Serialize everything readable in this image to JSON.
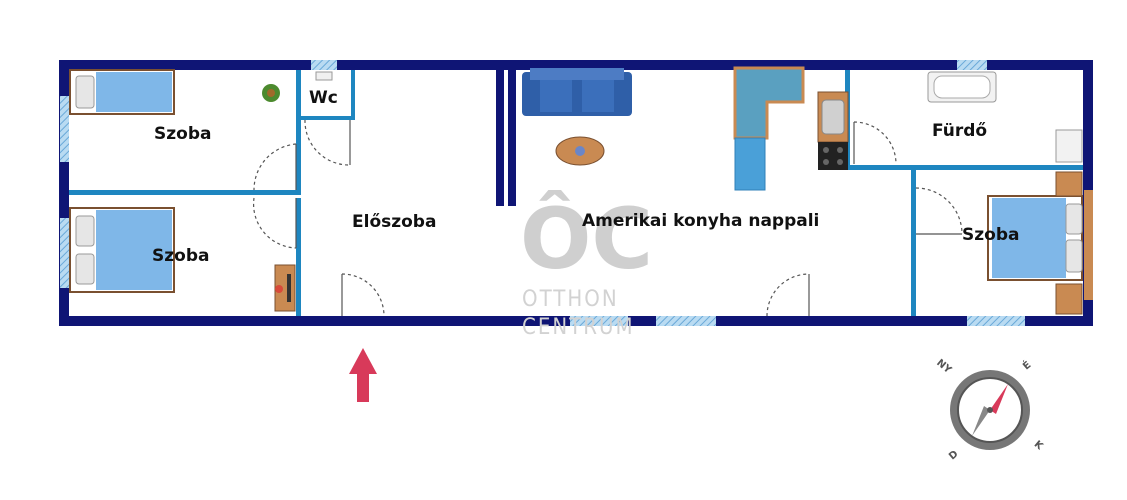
{
  "rooms": {
    "bedroom_top": "Szoba",
    "bedroom_bottom": "Szoba",
    "wc": "Wc",
    "hall": "Előszoba",
    "living": "Amerikai konyha nappali",
    "bathroom": "Fürdő",
    "bedroom_right": "Szoba"
  },
  "watermark": {
    "logo": "ÔC",
    "line1": "OTTHON",
    "line2": "CENTRUM"
  },
  "compass": {
    "nw": "NY",
    "ne": "É",
    "se": "K",
    "sw": "D"
  },
  "colors": {
    "outer_wall": "#0f1575",
    "inner_wall": "#1e86c0",
    "window": "#9ec9e8",
    "bed": "#7fb7e8",
    "entrance_arrow": "#d83a5a"
  },
  "icons": {
    "entrance": "entrance-arrow-icon",
    "compass": "compass-icon"
  }
}
